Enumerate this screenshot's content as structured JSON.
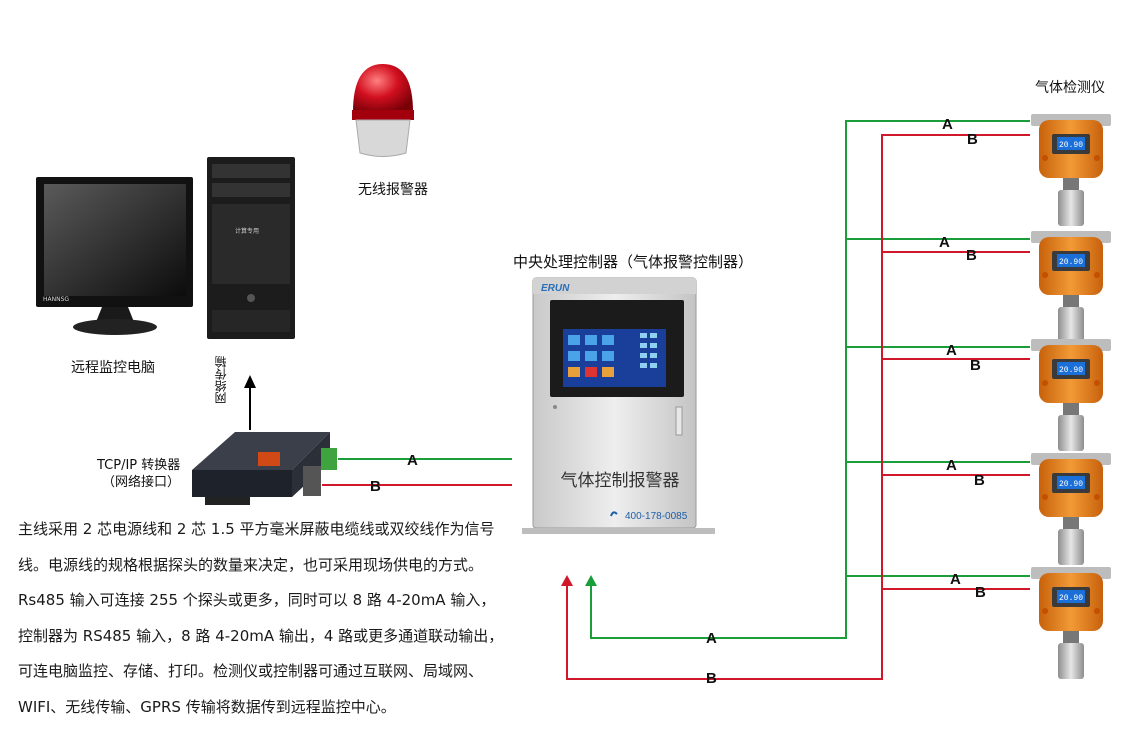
{
  "labels": {
    "remote_pc": "远程监控电脑",
    "wireless_alarm": "无线报警器",
    "network_transmission": "网络传输",
    "tcp_converter_line1": "TCP/IP 转换器",
    "tcp_converter_line2": "（网络接口）",
    "controller_caption": "中央处理控制器（气体报警控制器）",
    "gas_detector": "气体检测仪"
  },
  "controller": {
    "brand": "ERUN",
    "panel_title": "气体控制报警器",
    "phone": "400-178-0085"
  },
  "pc": {
    "brand": "HANNSG",
    "case_label": "计算专用"
  },
  "detectors": [
    {
      "display": "20.90",
      "wire_a": "A",
      "wire_b": "B"
    },
    {
      "display": "20.90",
      "wire_a": "A",
      "wire_b": "B"
    },
    {
      "display": "20.90",
      "wire_a": "A",
      "wire_b": "B"
    },
    {
      "display": "20.90",
      "wire_a": "A",
      "wire_b": "B"
    },
    {
      "display": "20.90",
      "wire_a": "A",
      "wire_b": "B"
    }
  ],
  "converter_wires": {
    "a": "A",
    "b": "B"
  },
  "bus_wires": {
    "a": "A",
    "b": "B"
  },
  "colors": {
    "wire_a": "#1a9e3a",
    "wire_b": "#d0182a",
    "detector_body": "#e8821e"
  },
  "description": [
    "主线采用 2 芯电源线和 2 芯 1.5 平方毫米屏蔽电缆线或双绞线作为信号",
    "线。电源线的规格根据探头的数量来决定，也可采用现场供电的方式。",
    "Rs485 输入可连接 255 个探头或更多，同时可以 8 路 4-20mA 输入，",
    "控制器为 RS485 输入，8 路 4-20mA 输出，4 路或更多通道联动输出，",
    "可连电脑监控、存储、打印。检测仪或控制器可通过互联网、局域网、",
    "WIFI、无线传输、GPRS 传输将数据传到远程监控中心。"
  ]
}
